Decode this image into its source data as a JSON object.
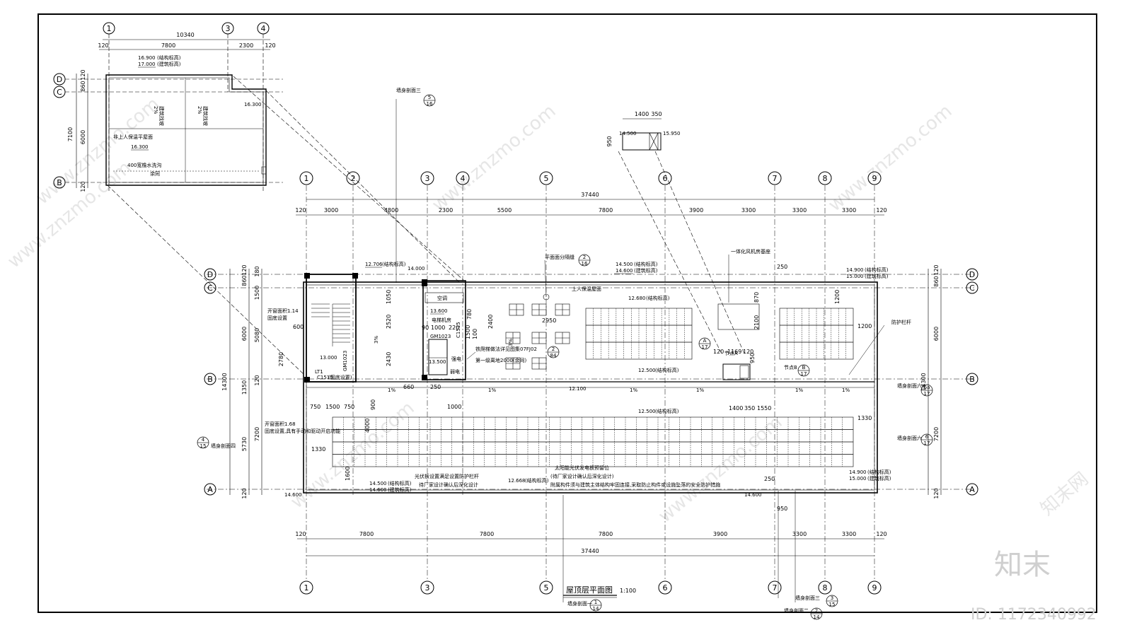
{
  "main_plan": {
    "title": "屋顶层平面图",
    "scale": "1:100",
    "grid_cols": [
      "1",
      "2",
      "3",
      "4",
      "5",
      "6",
      "7",
      "8",
      "9"
    ],
    "grid_rows": [
      "D",
      "C",
      "B",
      "A"
    ],
    "top_dims": [
      "120",
      "3000",
      "4800",
      "2300",
      "5500",
      "7800",
      "3900",
      "3300",
      "3300",
      "3300",
      "120"
    ],
    "top_total": "37440",
    "bottom_dims": [
      "120",
      "7800",
      "7800",
      "7800",
      "3900",
      "3300",
      "3300",
      "120"
    ],
    "bottom_total": "37440",
    "left_dims_outer": [
      "120",
      "860",
      "6000",
      "1350",
      "5730",
      "120"
    ],
    "left_dims_inner": [
      "180",
      "1500",
      "5080",
      "2780",
      "120",
      "7200"
    ],
    "left_total": "14300",
    "right_dims": [
      "120",
      "860",
      "6000",
      "7200",
      "120"
    ],
    "right_total": "14300",
    "labels": {
      "elev_1": "12.706",
      "elev_1_note": "(结构标高)",
      "elev_2": "14.000",
      "elev_3": "14.500",
      "elev_3_note": "(结构标高)",
      "elev_4": "14.600",
      "elev_4_note": "(建筑标高)",
      "elev_5": "12.680",
      "elev_5_note": "(结构标高)",
      "elev_6": "14.900",
      "elev_6_note": "(结构标高)",
      "elev_7": "15.000",
      "elev_7_note": "(建筑标高)",
      "elev_8": "12.500",
      "elev_8_note": "(结构标高)",
      "elev_9": "12.100",
      "elev_10": "12.668",
      "elev_10_note": "(结构标高)",
      "elev_11": "13.600",
      "elev_12": "13.500",
      "elev_13": "13.000",
      "elev_14": "14.600",
      "aircon": "空调",
      "machine_room": "电梯机房",
      "roof_insulated": "上人保温屋面",
      "stair": "LT1",
      "railing": "防护栏杆",
      "wall_section_3": "墙身剖面三",
      "wall_section_6a": "墙身剖面六a",
      "wall_section_6": "墙身剖面六",
      "wall_section_4": "墙身剖面四",
      "wall_section_1": "墙身剖面一",
      "wall_section_2": "墙身剖面二",
      "wall_section_3b": "墙身剖面三",
      "roof_detail": "平面面分隔缝",
      "stair_detail": "铁爬梯做法详见图集07FJ02",
      "ladder_note": "第一级离地2000(余同)",
      "window_1": "开窗面积1.14",
      "window_1_note": "固底设置",
      "window_2": "开窗面积1.68",
      "window_2_note": "固底设置,具有手动和驱动开启功能",
      "pv_note_1": "光伏板设置满足设置防护栏杆",
      "pv_note_2": "待厂家设计确认后深化设计",
      "pv_note_3": "太阳能光伏发电板预留位",
      "pv_note_4": "(待厂家设计确认后深化设计)",
      "pv_note_5": "附属构件须与建筑主体结构牢固连接,采取防止构件或设施坠落的安全防护措施",
      "exhaust": "一体化风机房基座",
      "node_a": "节点A",
      "node_b": "节点B",
      "slope_1": "1%",
      "slope_3": "3%",
      "gm": "GM1023",
      "c1515": "C1515",
      "c1515_note": "(固底设置)",
      "strong_elec": "强电",
      "weak_elec": "弱电",
      "d_660": "660",
      "d_250": "250",
      "d_1000": "1000",
      "d_750": "750",
      "d_1500": "1500",
      "d_1330": "1330",
      "d_1600": "1600",
      "d_1050": "1050",
      "d_2520": "2520",
      "d_2430": "2430",
      "d_2400": "2400",
      "d_780": "780",
      "d_2950": "2950",
      "d_870": "870",
      "d_2100": "2100",
      "d_1200": "1200",
      "d_1400": "1400",
      "d_350": "350",
      "d_1550": "1550",
      "d_950": "950",
      "d_120": "120",
      "d_1169": "1169",
      "d_600": "600",
      "d_4000": "4000",
      "d_900": "900",
      "d_220": "220",
      "d_90": "90",
      "d_1000b": "1000",
      "d_100": "100",
      "d_1500b": "1500"
    }
  },
  "small_plan": {
    "grid_cols": [
      "1",
      "3",
      "4"
    ],
    "grid_rows": [
      "D",
      "C",
      "B"
    ],
    "top_total": "10340",
    "top_dims": [
      "120",
      "7800",
      "2300",
      "120"
    ],
    "left_dims": [
      "120",
      "860",
      "6000",
      "120"
    ],
    "left_total": "7100",
    "elev_top_1": "16.900",
    "elev_top_1_note": "(结构标高)",
    "elev_top_2": "17.000",
    "elev_top_2_note": "(建筑标高)",
    "elev_right": "16.300",
    "elev_center": "16.300",
    "roof_label": "非上人保温平屋面",
    "gutter": "400宽檐水洗沟",
    "gutter_note": "余同",
    "slope_label": "2%",
    "slope_note": "建筑找坡"
  },
  "detail": {
    "dims": [
      "1400",
      "350"
    ],
    "side_dim": "950",
    "elev_1": "14.500",
    "elev_2": "15.950"
  },
  "section_refs": {
    "ref_5_16": [
      "5",
      "16"
    ],
    "ref_2_16": [
      "2",
      "16"
    ],
    "ref_b_17": [
      "B",
      "17"
    ],
    "ref_a_17": [
      "A",
      "17"
    ],
    "ref_6a_17": [
      "6a",
      "17"
    ],
    "ref_6_17": [
      "6",
      "17"
    ],
    "ref_4_15": [
      "4",
      "15"
    ],
    "ref_2_84": [
      "2",
      "84"
    ],
    "ref_1_14": [
      "1",
      "14"
    ],
    "ref_3_15": [
      "3",
      "15"
    ],
    "ref_2_14": [
      "2",
      "14"
    ]
  },
  "watermark": {
    "logo": "知末",
    "id": "ID: 1172340992",
    "site": "www.znzmo.com",
    "site_cn": "知末网"
  }
}
